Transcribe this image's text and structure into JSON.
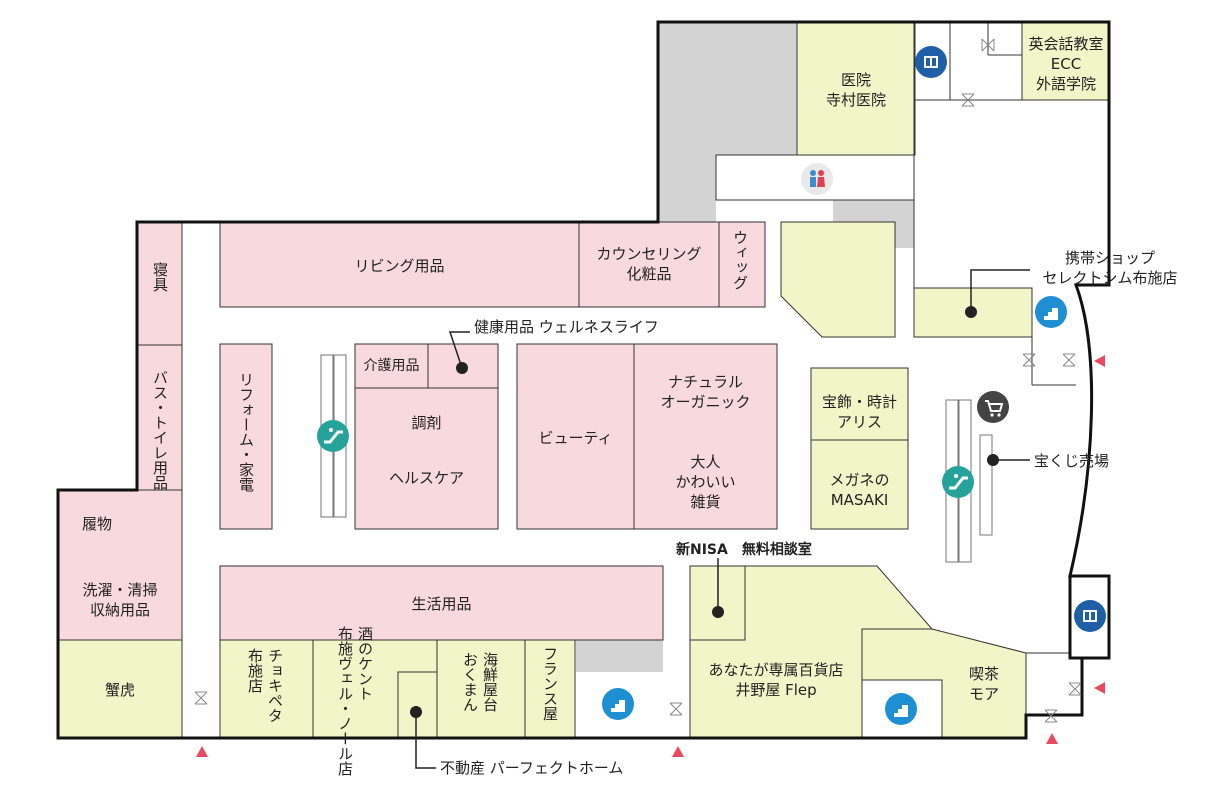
{
  "colors": {
    "pink": "#f7d9de",
    "yellow": "#f2f5c8",
    "gray": "#d3d3d3",
    "wall": "#111111",
    "entrance": "#e84a5f",
    "stairs": "#1e8fd2",
    "escalator": "#25a39a",
    "elevator": "#1e5fa8"
  },
  "stores": {
    "clinic": "医院\n寺村医院",
    "english": "英会話教室\nECC\n外語学院",
    "living": "リビング用品",
    "cosmetics": "カウンセリング\n化粧品",
    "wig": "ウィッグ",
    "bedding": "寝具",
    "bath": "バス・トイレ用品",
    "reform": "リフォーム・家電",
    "care": "介護用品",
    "dispensing": "調剤",
    "healthcare": "ヘルスケア",
    "beauty": "ビューティ",
    "natural": "ナチュラル\nオーガニック",
    "adult": "大人\nかわいい\n雑貨",
    "jewelry": "宝飾・時計\nアリス",
    "glasses": "メガネの\nMASAKI",
    "shoes": "履物",
    "laundry": "洗濯・清掃\n収納用品",
    "kanitora": "蟹虎",
    "daily": "生活用品",
    "chokipeta": "チョキペタ\n布施店",
    "sake": "酒のケント\n布施ヴェル・ノール店",
    "kaisen": "海鮮屋台\nおくまん",
    "france": "フランス屋",
    "inoya": "あなたが専属百貨店\n井野屋 Flep",
    "cafe": "喫茶\nモア"
  },
  "callouts": {
    "wellness": "健康用品 ウェルネスライフ",
    "mobile": "携帯ショップ\nセレクトシム布施店",
    "lottery": "宝くじ売場",
    "nisa": "新NISA　無料相談室",
    "realestate": "不動産 パーフェクトホーム"
  },
  "icons": [
    "elevator-icon",
    "restroom-icon",
    "stairs-icon",
    "escalator-icon",
    "cart-icon",
    "entrance-marker"
  ]
}
